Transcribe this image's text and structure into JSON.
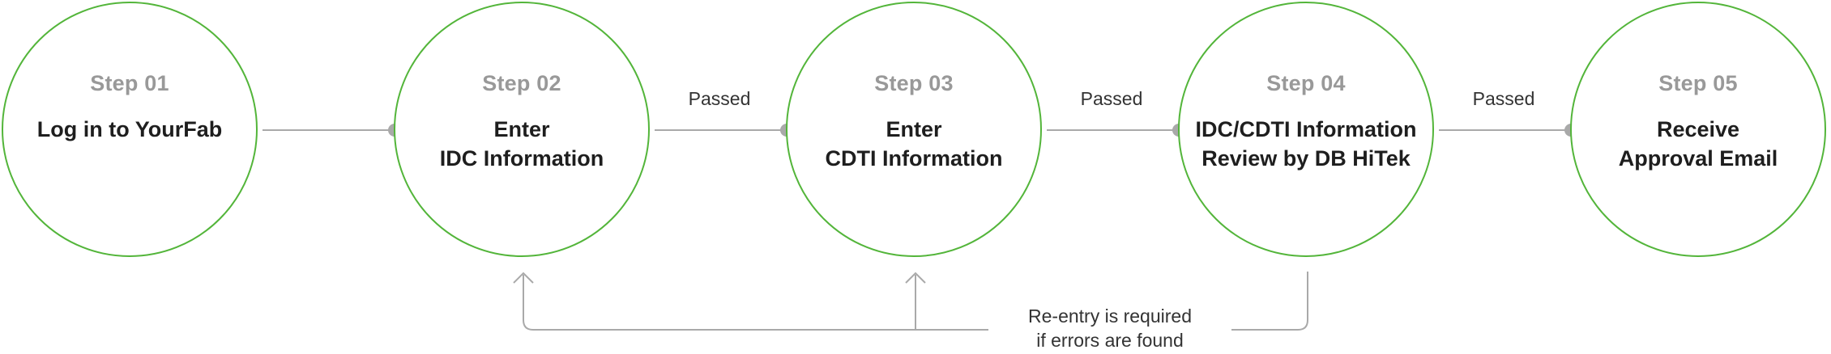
{
  "colors": {
    "circle_border": "#53b53a",
    "step_number": "#999999",
    "step_title": "#1e1e1e",
    "connector": "#a9a9a9",
    "label": "#333333"
  },
  "steps": [
    {
      "number": "Step 01",
      "title_lines": [
        "Log in to YourFab"
      ]
    },
    {
      "number": "Step 02",
      "title_lines": [
        "Enter",
        "IDC Information"
      ]
    },
    {
      "number": "Step 03",
      "title_lines": [
        "Enter",
        "CDTI Information"
      ]
    },
    {
      "number": "Step 04",
      "title_lines": [
        "IDC/CDTI Information",
        "Review by DB HiTek"
      ]
    },
    {
      "number": "Step 05",
      "title_lines": [
        "Receive",
        "Approval Email"
      ]
    }
  ],
  "connector_labels": [
    "Passed",
    "Passed",
    "Passed"
  ],
  "feedback": {
    "label_lines": [
      "Re-entry is required",
      "if errors are found"
    ]
  }
}
